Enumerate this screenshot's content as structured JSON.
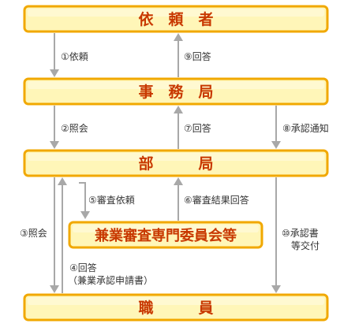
{
  "nodes": {
    "requester": {
      "label": "依　頼　者"
    },
    "secretariat": {
      "label": "事　務　局"
    },
    "department": {
      "label": "部　　　局"
    },
    "committee": {
      "label": "兼業審査専門委員会等"
    },
    "staff": {
      "label": "職　　　員"
    }
  },
  "edges": {
    "e1": {
      "label": "①依頼"
    },
    "e2": {
      "label": "②照会"
    },
    "e3": {
      "label": "③照会"
    },
    "e4": {
      "line1": "④回答",
      "line2": "（兼業承認申請書）"
    },
    "e5": {
      "label": "⑤審査依頼"
    },
    "e6": {
      "label": "⑥審査結果回答"
    },
    "e7": {
      "label": "⑦回答"
    },
    "e8": {
      "label": "⑧承認通知"
    },
    "e9": {
      "label": "⑨回答"
    },
    "e10": {
      "line1": "⑩承認書",
      "line2": "等交付"
    }
  },
  "colors": {
    "box_fill": "#fff6b8",
    "box_border": "#f1a800",
    "box_text": "#c83800",
    "arrow": "#a8a8a8"
  }
}
